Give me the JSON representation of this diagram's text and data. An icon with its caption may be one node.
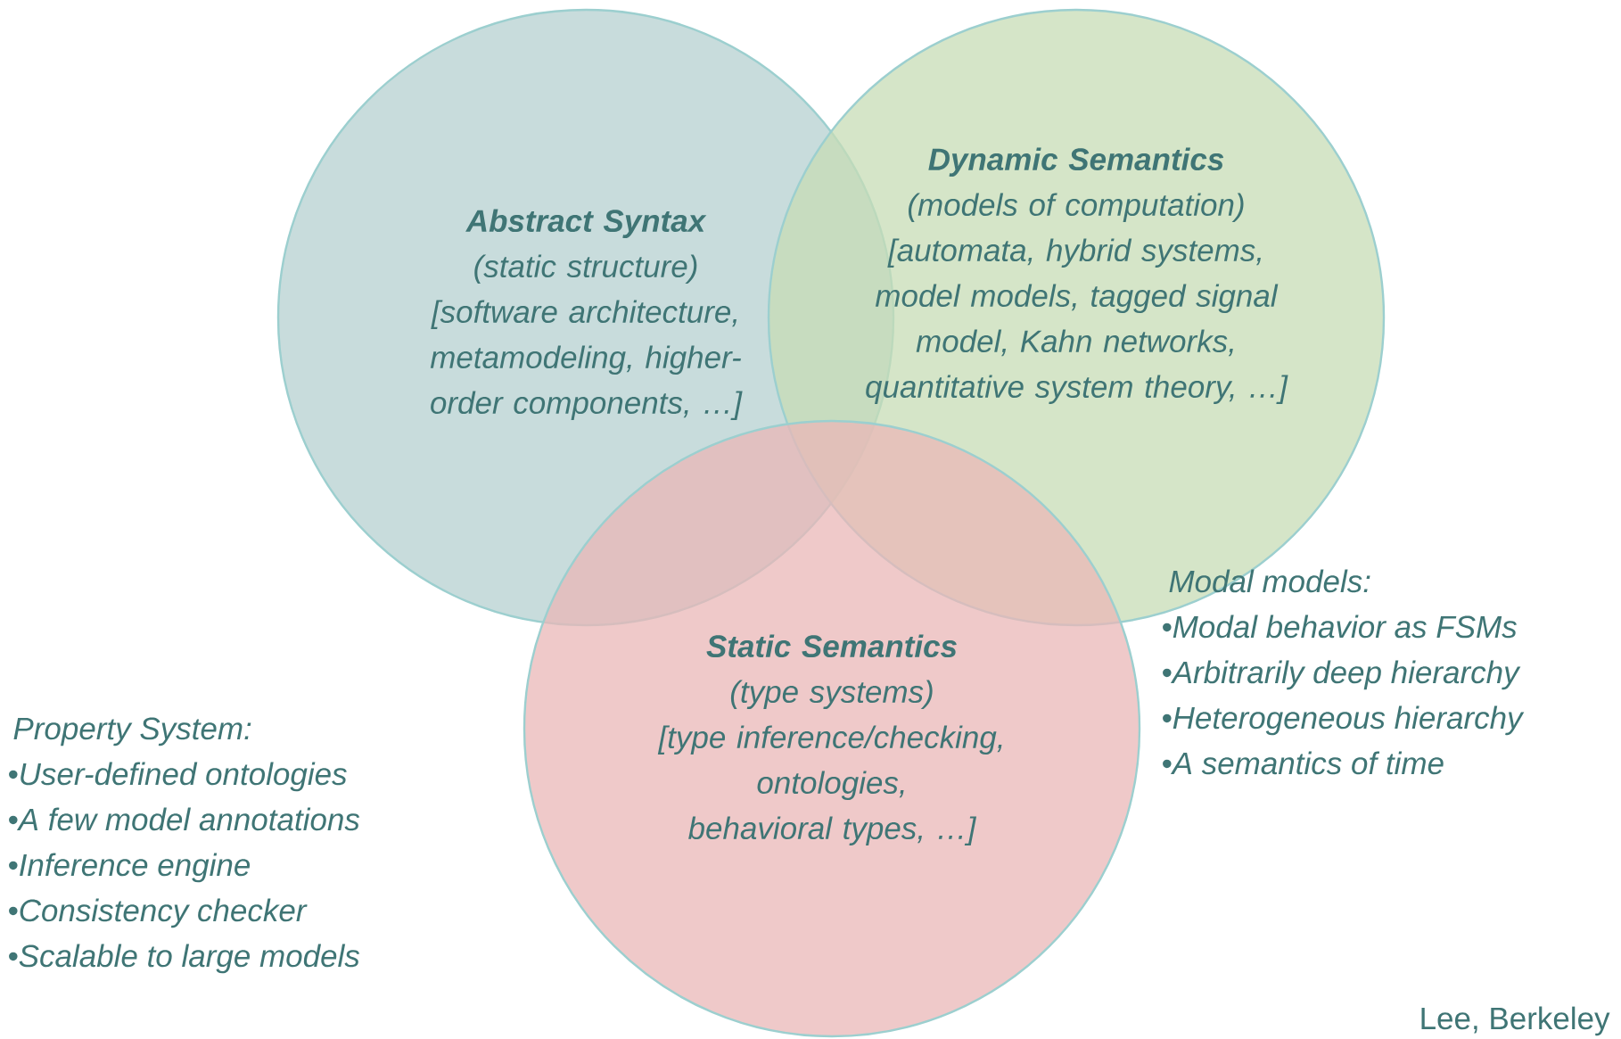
{
  "diagram": {
    "nodes": [
      {
        "text": [
          "Abstract Syntax",
          "(static structure)",
          "[software architecture, metamodeling, higher-order components, …]"
        ]
      },
      {
        "text": [
          "Dynamic Semantics",
          "(models of computation)",
          "[automata, hybrid systems, model models, tagged signal model, Kahn networks, quantitative system theory, …]"
        ]
      },
      {
        "text": [
          "Static Semantics",
          "(type systems)",
          "[type inference/checking, ontologies, behavioral types, …]"
        ]
      }
    ],
    "labels": [
      "Modal models:",
      "•Modal behavior as FSMs",
      "•Arbitrarily deep hierarchy",
      "•Heterogeneous hierarchy",
      "•A semantics of time",
      "Property System:",
      "•User-defined ontologies",
      "•A few model annotations",
      "•Inference engine",
      "•Consistency checker",
      "•Scalable to large models",
      "Lee, Berkeley"
    ]
  }
}
